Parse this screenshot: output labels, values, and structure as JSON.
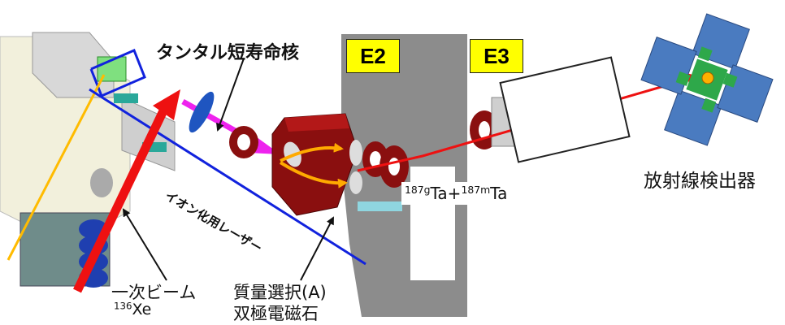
{
  "labels": {
    "title": "タンタル短寿命核",
    "e2": "E2",
    "e3": "E3",
    "detector": "放射線検出器",
    "laser": "イオン化用レーザー",
    "beam": "一次ビーム",
    "beam_isotope_mass": "136",
    "beam_isotope_symbol": "Xe",
    "magnet_line1": "質量選択(A)",
    "magnet_line2": "双極電磁石",
    "product_mass1": "187g",
    "product_sym1": "Ta+",
    "product_mass2": "187m",
    "product_sym2": "Ta"
  },
  "colors": {
    "beam_red": "#ee1111",
    "laser_blue": "#1122dd",
    "ion_magenta": "#ee22ee",
    "orange_path": "#ffaa00",
    "magnet_maroon": "#8a0f0f",
    "detector_blue": "#4a7bc0",
    "detector_green": "#2ea84a",
    "tag_yellow": "#ffff00"
  }
}
